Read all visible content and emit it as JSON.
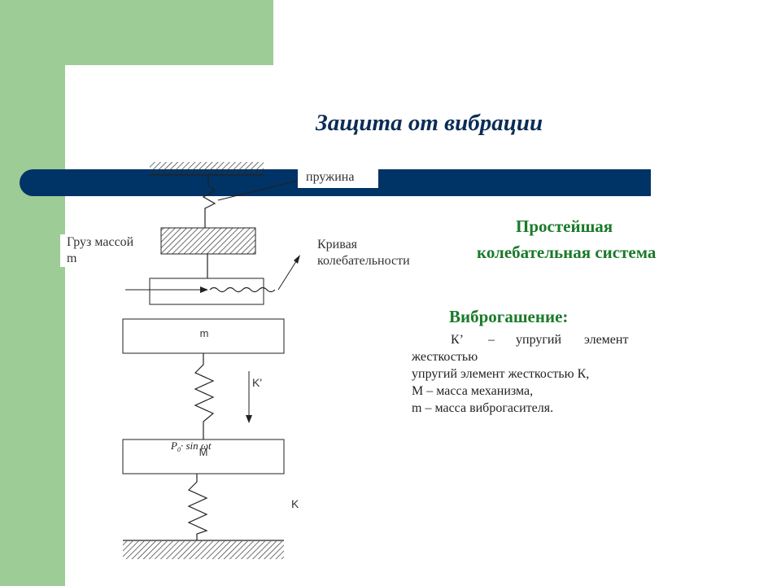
{
  "title": "Защита от вибрации",
  "diagram": {
    "spring_label": "пружина",
    "mass_label_line1": "Груз массой",
    "mass_label_line2": "m",
    "curve_label_line1": "Кривая",
    "curve_label_line2": "колебательности",
    "block_m": "m",
    "block_M": "M",
    "k_prime": "K'",
    "k": "K",
    "force_formula_a": "P",
    "force_formula_sub": "0",
    "force_formula_b": "· sin ωt"
  },
  "system": {
    "heading_line1": "Простейшая",
    "heading_line2": "колебательная система"
  },
  "damping": {
    "heading": "Виброгашение:",
    "k_prime_a": "К’",
    "k_prime_b": "–",
    "k_prime_c": "упругий",
    "k_prime_d": "элемент",
    "line2": "жесткостью",
    "line3": "упругий элемент жесткостью К,",
    "line4": " М – масса механизма,",
    "line5": " m – масса виброгасителя."
  }
}
